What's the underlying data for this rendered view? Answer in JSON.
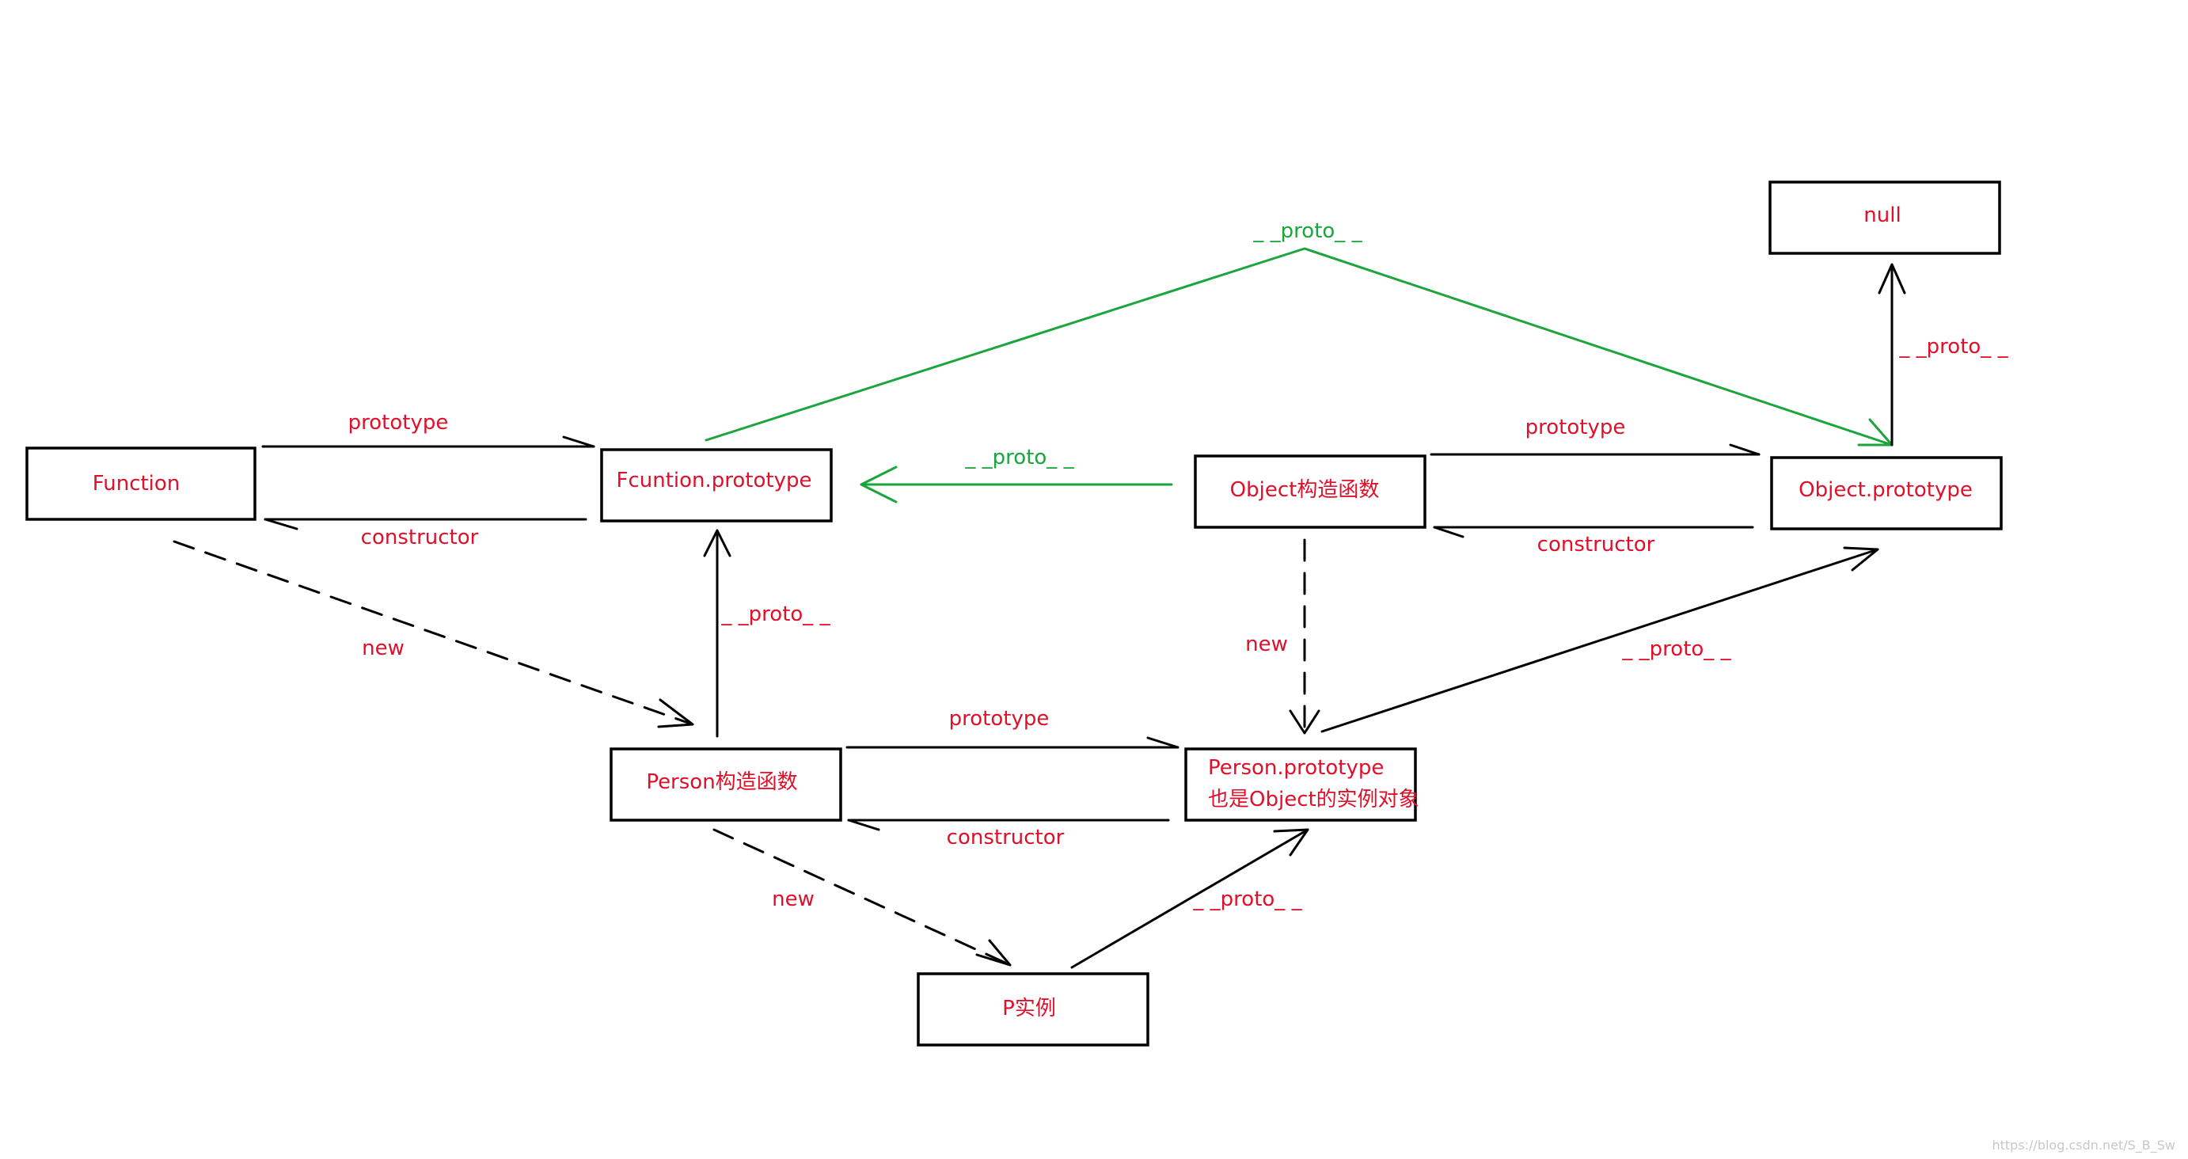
{
  "nodes": {
    "function": {
      "label": "Function"
    },
    "function_prototype": {
      "label": "Fcuntion.prototype"
    },
    "object_constructor": {
      "label": "Object构造函数"
    },
    "object_prototype": {
      "label": "Object.prototype"
    },
    "null": {
      "label": "null"
    },
    "person_constructor": {
      "label": "Person构造函数"
    },
    "person_prototype": {
      "label_line1": "Person.prototype",
      "label_line2": "也是Object的实例对象"
    },
    "p_instance": {
      "label": "P实例"
    }
  },
  "edges": {
    "function_prototype": "prototype",
    "function_constructor": "constructor",
    "function_new": "new",
    "funcproto_proto_top": "_ _proto_ _",
    "object_to_funcproto_proto": "_ _proto_ _",
    "object_prototype": "prototype",
    "object_constructor": "constructor",
    "objproto_to_null_proto": "_ _proto_ _",
    "person_to_funcproto_proto": "_ _proto_ _",
    "object_new": "new",
    "personproto_to_objproto_proto": "_ _proto_ _",
    "person_prototype": "prototype",
    "person_constructor": "constructor",
    "person_new": "new",
    "pinstance_proto": "_ _proto_ _"
  },
  "colors": {
    "text": "#e0102a",
    "proto_link": "#1aa63c",
    "line": "#000000"
  },
  "watermark": "https://blog.csdn.net/S_B_Sw"
}
